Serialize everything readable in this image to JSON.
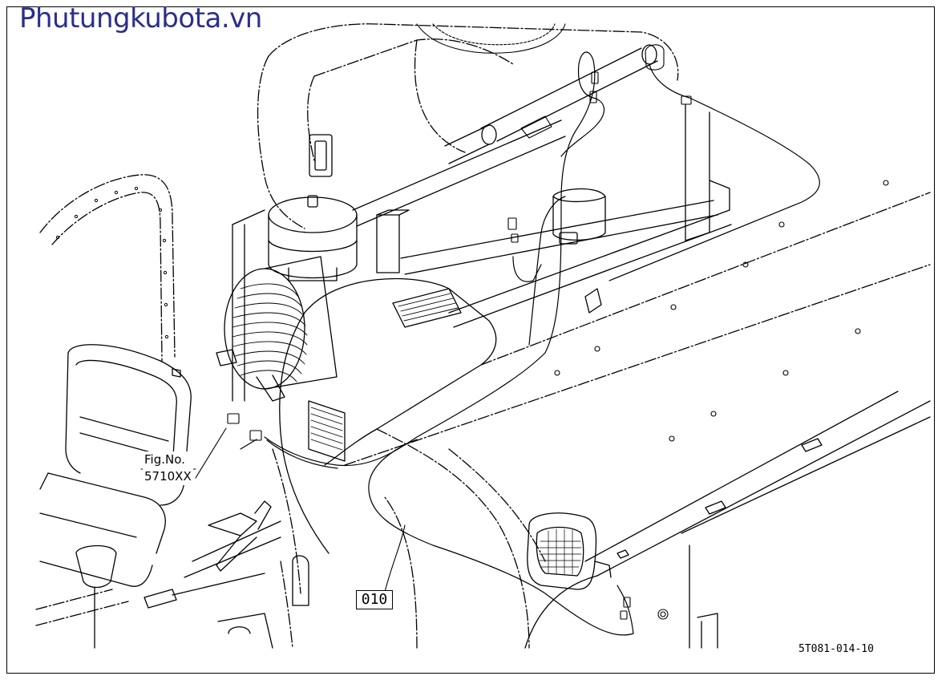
{
  "header": {
    "site_name": "Phutungkubota.vn"
  },
  "figure_reference": {
    "line1": "Fig.No.",
    "line2": "5710XX"
  },
  "callouts": [
    {
      "label": "010"
    }
  ],
  "drawing": {
    "code": "5T081-014-10"
  },
  "colors": {
    "brand": "#2b2e8c",
    "line": "#000000",
    "background": "#ffffff"
  }
}
